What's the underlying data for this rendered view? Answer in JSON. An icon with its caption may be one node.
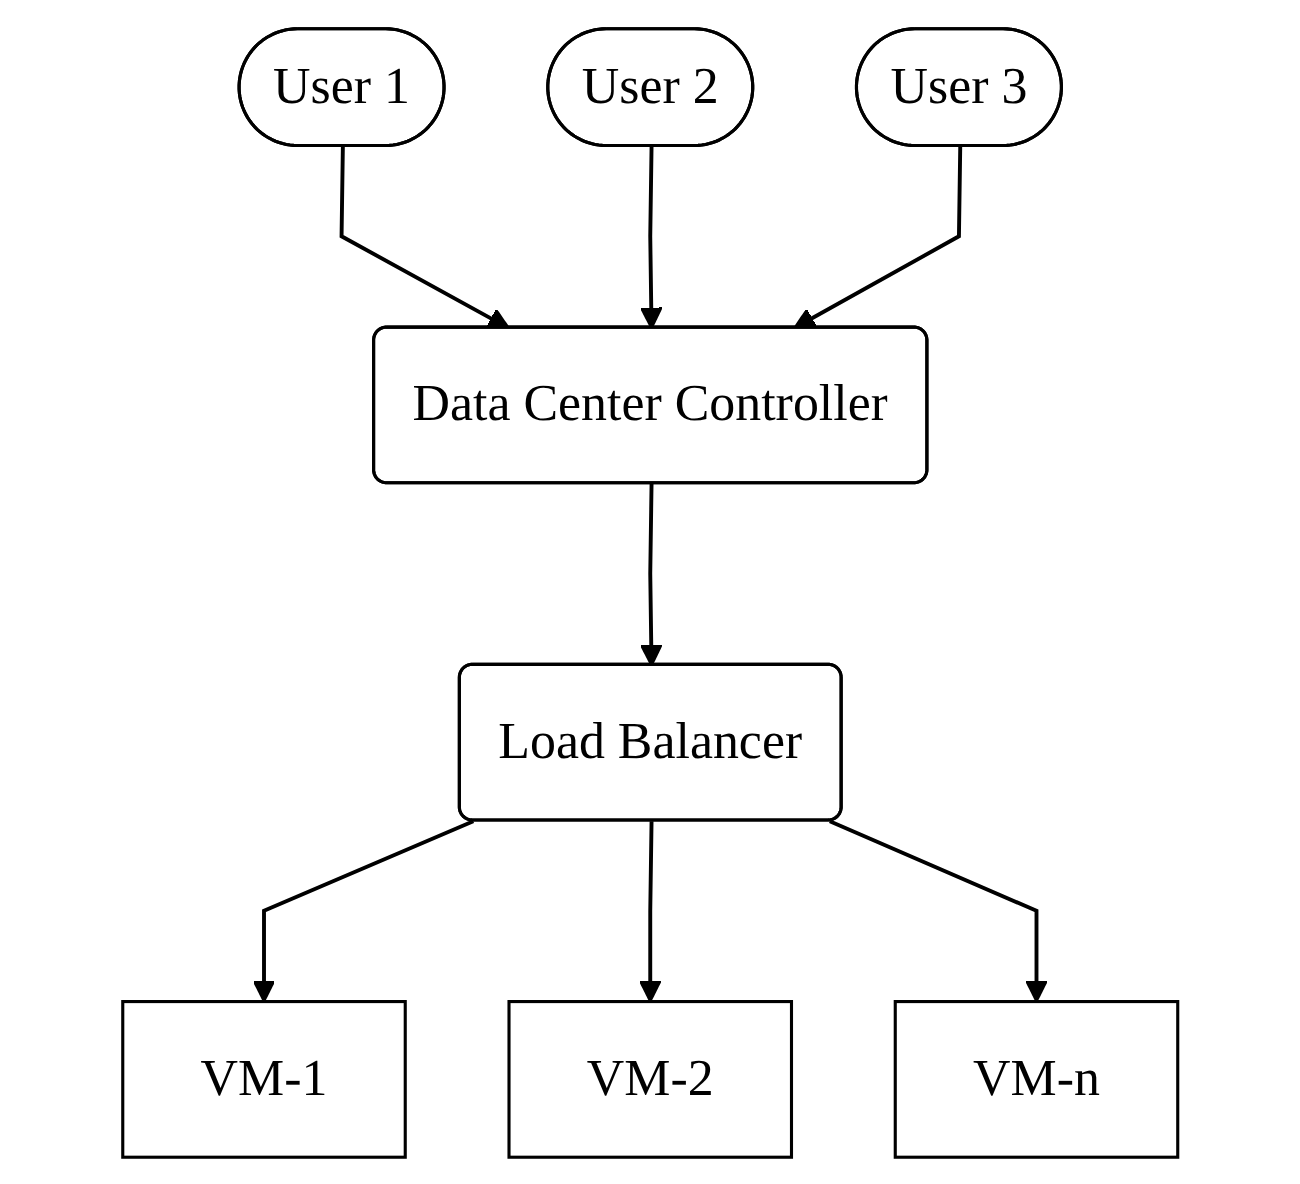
{
  "diagram": {
    "nodes": [
      {
        "text": [
          "User 1"
        ]
      },
      {
        "text": [
          "User 2"
        ]
      },
      {
        "text": [
          "User 3"
        ]
      },
      {
        "text": [
          "Data Center Controller"
        ]
      },
      {
        "text": [
          "Load Balancer"
        ]
      },
      {
        "text": [
          "VM-1"
        ]
      },
      {
        "text": [
          "VM-2"
        ]
      },
      {
        "text": [
          "VM-n"
        ]
      }
    ],
    "edges": [
      {
        "from": 0,
        "to": 3,
        "arrow": "to"
      },
      {
        "from": 1,
        "to": 3,
        "arrow": "to"
      },
      {
        "from": 2,
        "to": 3,
        "arrow": "to"
      },
      {
        "from": 3,
        "to": 4,
        "arrow": "to"
      },
      {
        "from": 4,
        "to": 5,
        "arrow": "to"
      },
      {
        "from": 4,
        "to": 6,
        "arrow": "to"
      },
      {
        "from": 4,
        "to": 7,
        "arrow": "to"
      }
    ]
  }
}
